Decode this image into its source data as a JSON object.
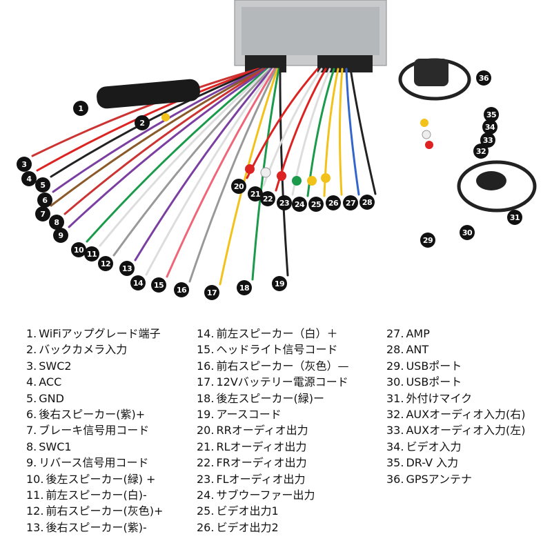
{
  "title": "配線図",
  "items": [
    {
      "num": "1",
      "label": "WiFiアップグレード端子"
    },
    {
      "num": "2",
      "label": "バックカメラ入力"
    },
    {
      "num": "3",
      "label": "SWC2"
    },
    {
      "num": "4",
      "label": "ACC"
    },
    {
      "num": "5",
      "label": "GND"
    },
    {
      "num": "6",
      "label": "後右スピーカー(紫)+"
    },
    {
      "num": "7",
      "label": "ブレーキ信号用コード"
    },
    {
      "num": "8",
      "label": "SWC1"
    },
    {
      "num": "9",
      "label": "リバース信号用コード"
    },
    {
      "num": "10",
      "label": "後左スピーカー(緑) +"
    },
    {
      "num": "11",
      "label": "前左スピーカー(白)-"
    },
    {
      "num": "12",
      "label": "前右スピーカー(灰色)+"
    },
    {
      "num": "13",
      "label": "後右スピーカー(紫)-"
    },
    {
      "num": "14",
      "label": "前左スピーカー（白）＋"
    },
    {
      "num": "15",
      "label": "ヘッドライト信号コード"
    },
    {
      "num": "16",
      "label": "前右スピーカー（灰色）—"
    },
    {
      "num": "17",
      "label": "12Vバッテリー電源コード"
    },
    {
      "num": "18",
      "label": "後左スピーカー(緑)ー"
    },
    {
      "num": "19",
      "label": "アースコード"
    },
    {
      "num": "20",
      "label": "RRオーディオ出力"
    },
    {
      "num": "21",
      "label": "RLオーディオ出力"
    },
    {
      "num": "22",
      "label": "FRオーディオ出力"
    },
    {
      "num": "23",
      "label": "FLオーディオ出力"
    },
    {
      "num": "24",
      "label": "サブウーファー出力"
    },
    {
      "num": "25",
      "label": "ビデオ出力1"
    },
    {
      "num": "26",
      "label": "ビデオ出力2"
    },
    {
      "num": "27",
      "label": "AMP"
    },
    {
      "num": "28",
      "label": "ANT"
    },
    {
      "num": "29",
      "label": "USBポート"
    },
    {
      "num": "30",
      "label": "USBポート"
    },
    {
      "num": "31",
      "label": "外付けマイク"
    },
    {
      "num": "32",
      "label": "AUXオーディオ入力(右)"
    },
    {
      "num": "33",
      "label": "AUXオーディオ入力(左)"
    },
    {
      "num": "34",
      "label": "ビデオ入力"
    },
    {
      "num": "35",
      "label": "DR-V 入力"
    },
    {
      "num": "36",
      "label": "GPSアンテナ"
    }
  ],
  "colors": {
    "marker": "#111111",
    "unit": "#c8cacc",
    "text": "#111111"
  }
}
